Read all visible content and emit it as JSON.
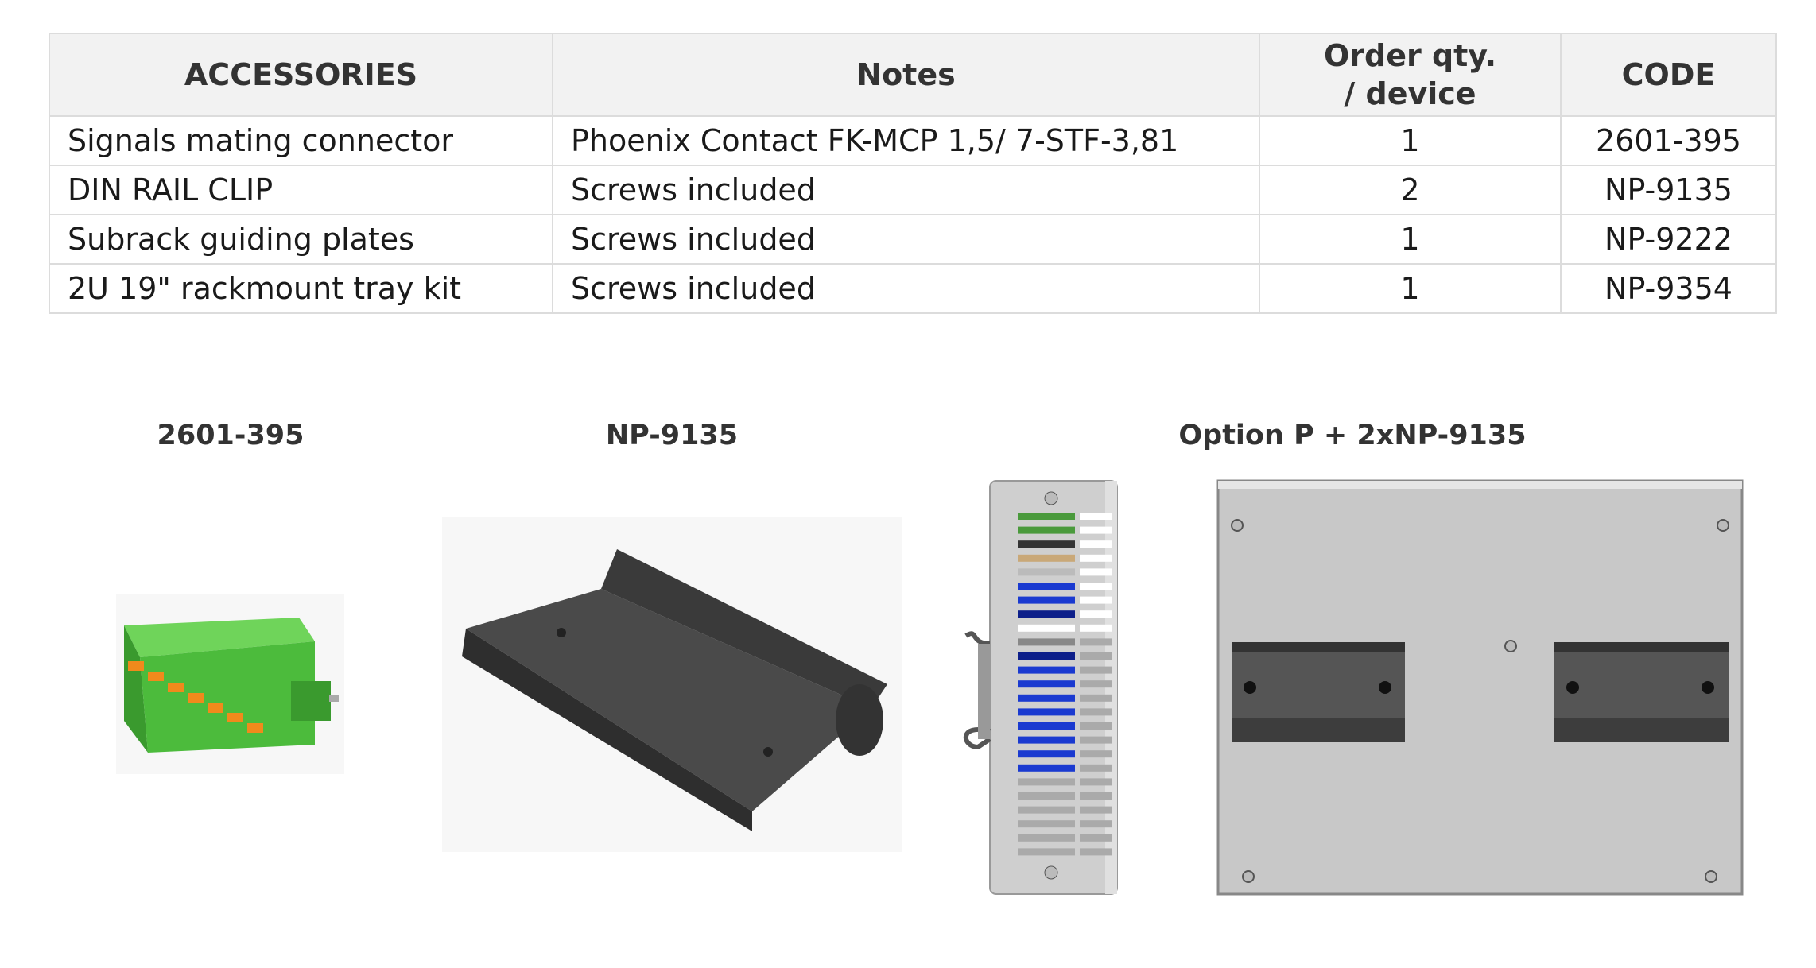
{
  "table": {
    "headers": [
      "ACCESSORIES",
      "Notes",
      "Order qty.\n/ device",
      "CODE"
    ],
    "header_qty_line1": "Order qty.",
    "header_qty_line2": "/ device",
    "rows": [
      {
        "accessory": "Signals mating connector",
        "notes": "Phoenix Contact FK-MCP 1,5/ 7-STF-3,81",
        "qty": "1",
        "code": "2601-395"
      },
      {
        "accessory": "DIN RAIL CLIP",
        "notes": "Screws included",
        "qty": "2",
        "code": "NP-9135"
      },
      {
        "accessory": "Subrack guiding plates",
        "notes": "Screws included",
        "qty": "1",
        "code": "NP-9222"
      },
      {
        "accessory": "2U 19\" rackmount tray kit",
        "notes": "Screws included",
        "qty": "1",
        "code": "NP-9354"
      }
    ]
  },
  "figures": [
    {
      "caption": "2601-395"
    },
    {
      "caption": "NP-9135"
    },
    {
      "caption": "Option P + 2xNP-9135"
    }
  ],
  "colors": {
    "header_bg": "#f2f2f2",
    "border": "#dcdcdc",
    "connector_green": "#4cbb3c",
    "plate_gray": "#c8c8c8",
    "rail_dark": "#555555"
  }
}
